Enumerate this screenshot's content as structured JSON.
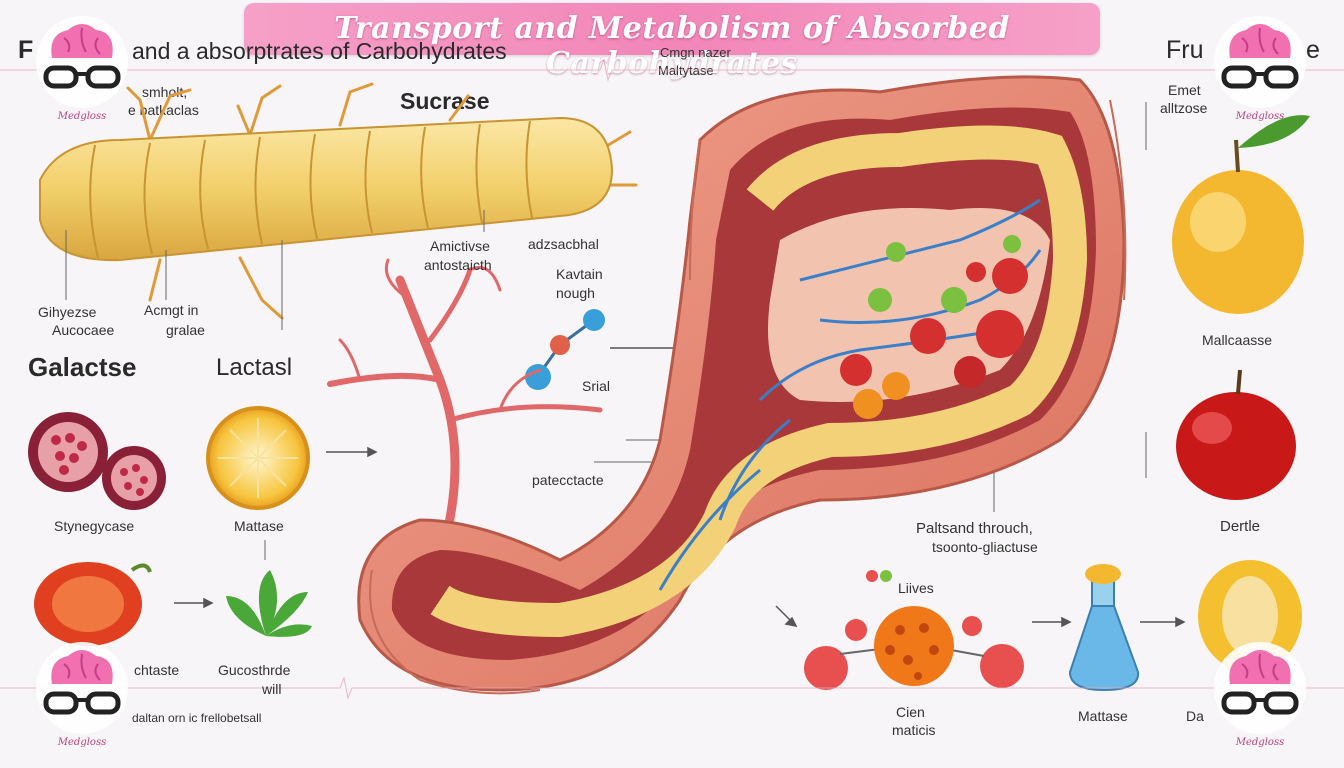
{
  "title": "Transport and Metabolism of Absorbed Carbohydrates",
  "watermark": "Medgloss",
  "colors": {
    "banner": "#f286b8",
    "intestine": "#e8826e",
    "villi": "#f4d27a",
    "vessel": "#3a7fc8",
    "artery": "#e05a5a"
  },
  "header_left": "and a absorptrates of Carbohydrates",
  "header_left_initial": "F",
  "header_right": "Fru",
  "header_right_end": "e",
  "top_center_labels": [
    "Cmgn nazer",
    "Maltytase"
  ],
  "left_top_note": [
    "smholt,",
    "e batkaclas"
  ],
  "sucrase": "Sucrase",
  "labels": {
    "amictivse": [
      "Amictivse",
      "antostaicth"
    ],
    "adzsacbhal": "adzsacbhal",
    "kavtain": [
      "Kavtain",
      "nough"
    ],
    "srial": "Srial",
    "gihyezse": [
      "Gihyezse",
      "Aucocaee"
    ],
    "acmgt": [
      "Acmgt in",
      "gralae"
    ],
    "galactse": "Galactse",
    "lactasl": "Lactasl",
    "patecctacte": "patecctacte",
    "stynegycase": "Stynegycase",
    "mattase": "Mattase",
    "chtaste": "chtaste",
    "gucosthrde": [
      "Gucosthrde",
      "will"
    ],
    "bottom_left": "daltan orn ic frellobetsall",
    "emet": [
      "Emet",
      "alltzose"
    ],
    "mallcaasse": "Mallcaasse",
    "dertle": "Dertle",
    "paltsand": [
      "Paltsand throuch,",
      "tsoonto-gliactuse"
    ],
    "liives": "Liives",
    "cien": [
      "Cien",
      "maticis"
    ],
    "mattase2": "Mattase",
    "da": "Da"
  }
}
